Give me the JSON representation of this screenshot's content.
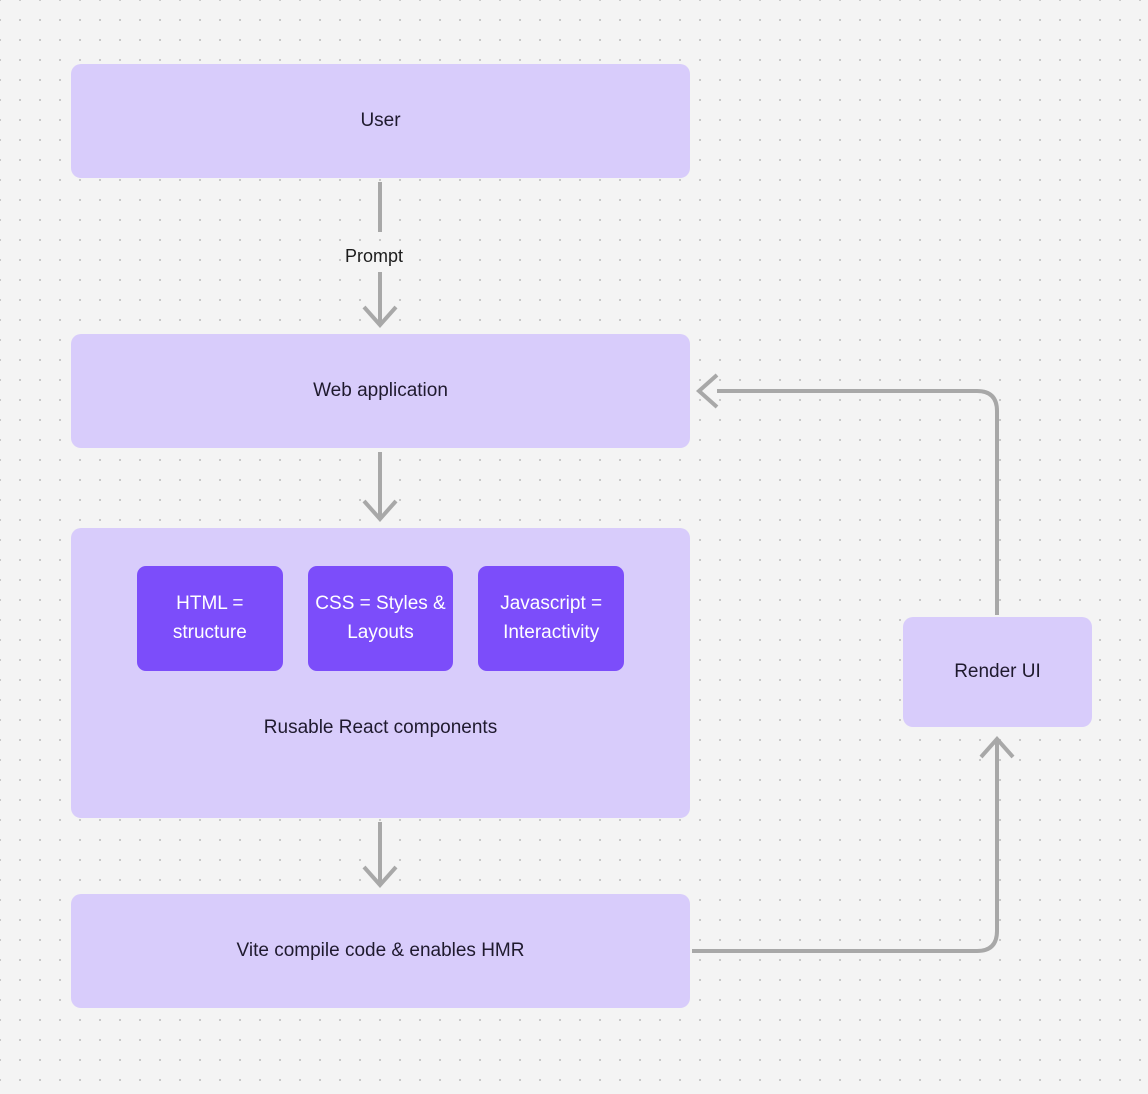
{
  "diagram": {
    "background_color": "#f4f4f4",
    "node_fill": "#d8ccfb",
    "chip_fill": "#7c4dfa",
    "edge_color": "#a8a8a8",
    "nodes": {
      "user": "User",
      "web_application": "Web application",
      "components_caption": "Rusable React components",
      "vite": "Vite compile code & enables HMR",
      "render_ui": "Render UI"
    },
    "chips": [
      {
        "label": "HTML = structure"
      },
      {
        "label": "CSS = Styles & Layouts"
      },
      {
        "label": "Javascript = Interactivity"
      }
    ],
    "edge_labels": {
      "prompt": "Prompt"
    }
  }
}
